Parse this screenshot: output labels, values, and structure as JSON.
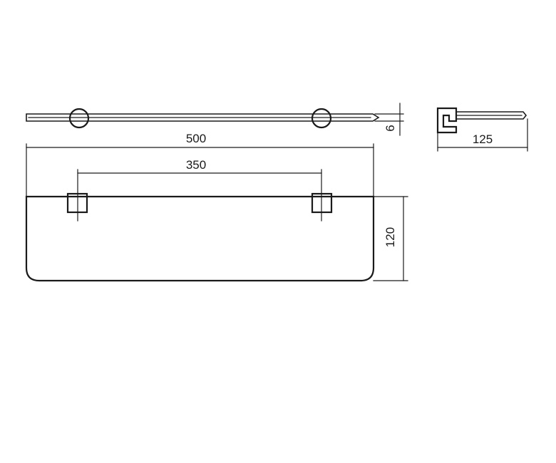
{
  "dimensions": {
    "overall_length": "500",
    "bracket_spacing": "350",
    "depth": "120",
    "glass_thickness": "6",
    "projection": "125"
  },
  "colors": {
    "line": "#1a1a1a",
    "background": "#ffffff"
  }
}
